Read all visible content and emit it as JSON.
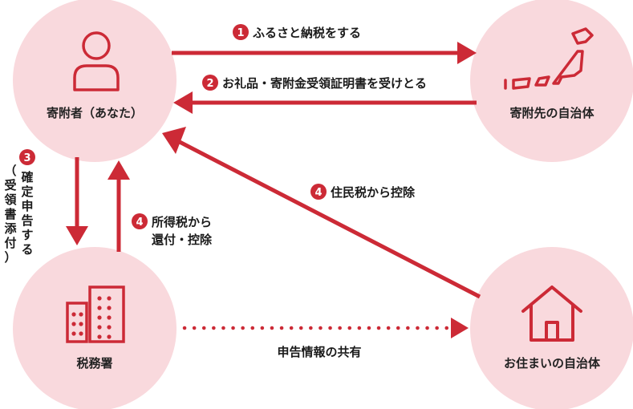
{
  "colors": {
    "circle_fill": "#f9d9dd",
    "accent": "#cc2a36",
    "icon": "#cc2a36",
    "text": "#222222"
  },
  "nodes": {
    "donor": {
      "label": "寄附者（あなた）",
      "icon": "person-icon"
    },
    "recipient": {
      "label": "寄附先の自治体",
      "icon": "japan-map-icon"
    },
    "tax_office": {
      "label": "税務署",
      "icon": "building-icon"
    },
    "residence": {
      "label": "お住まいの自治体",
      "icon": "house-icon"
    }
  },
  "steps": {
    "s1": {
      "num": "1",
      "text": "ふるさと納税をする"
    },
    "s2": {
      "num": "2",
      "text": "お礼品・寄附金受領証明書を受けとる"
    },
    "s3": {
      "num": "3",
      "lines": [
        "確",
        "定",
        "申",
        "告",
        "す",
        "る"
      ],
      "sub_lines": [
        "（",
        "受",
        "領",
        "書",
        "添",
        "付",
        "）"
      ]
    },
    "s4a": {
      "num": "4",
      "line1": "所得税から",
      "line2": "還付・控除"
    },
    "s4b": {
      "num": "4",
      "text": "住民税から控除"
    }
  },
  "share": {
    "text": "申告情報の共有"
  }
}
